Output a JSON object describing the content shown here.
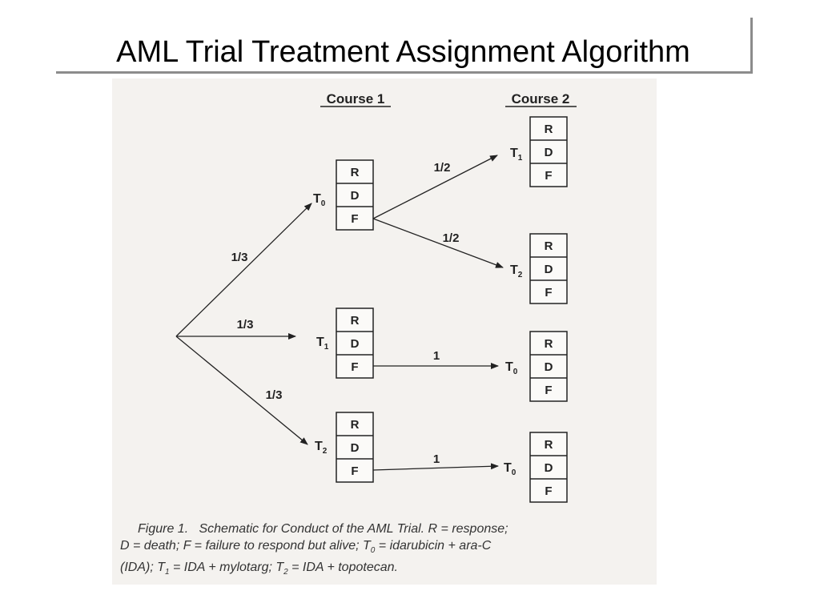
{
  "slide": {
    "title": "AML Trial Treatment Assignment Algorithm"
  },
  "diagram": {
    "course1_header": "Course 1",
    "course2_header": "Course 2",
    "box_letters": [
      "R",
      "D",
      "F"
    ],
    "nodes": {
      "c1_top": {
        "t": "T",
        "sub": "0"
      },
      "c1_mid": {
        "t": "T",
        "sub": "1"
      },
      "c1_bot": {
        "t": "T",
        "sub": "2"
      },
      "c2_a": {
        "t": "T",
        "sub": "1"
      },
      "c2_b": {
        "t": "T",
        "sub": "2"
      },
      "c2_c": {
        "t": "T",
        "sub": "0"
      },
      "c2_d": {
        "t": "T",
        "sub": "0"
      }
    },
    "probabilities": {
      "root_top": "1/3",
      "root_mid": "1/3",
      "root_bot": "1/3",
      "t0_to_t1": "1/2",
      "t0_to_t2": "1/2",
      "t1_to_t0": "1",
      "t2_to_t0": "1"
    }
  },
  "caption": {
    "line1_a": "Figure 1.",
    "line1_b": "Schematic for Conduct of the AML Trial. R = response;",
    "line2_a": "D = death; F = failure to respond but alive; T",
    "line2_sub": "0",
    "line2_b": " = idarubicin + ara-C",
    "line3_a": "(IDA); T",
    "line3_sub1": "1",
    "line3_b": " = IDA + mylotarg; T",
    "line3_sub2": "2",
    "line3_c": " = IDA + topotecan."
  }
}
